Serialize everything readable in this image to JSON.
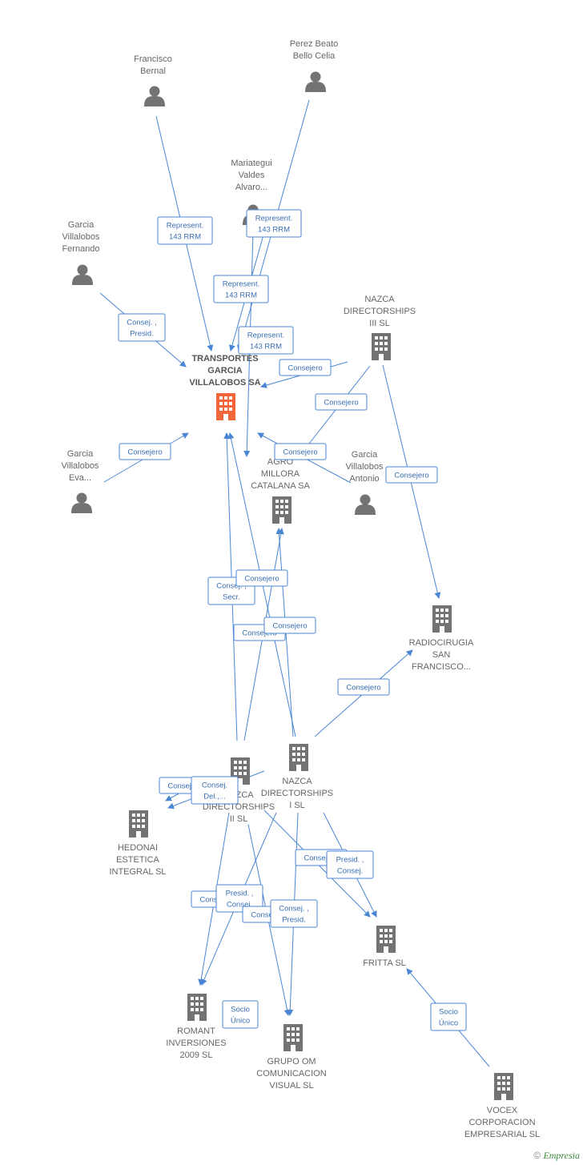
{
  "nodes": [
    {
      "id": "francisco",
      "type": "person",
      "label": [
        "Francisco",
        "Bernal"
      ]
    },
    {
      "id": "perez",
      "type": "person",
      "label": [
        "Perez Beato",
        "Bello Celia"
      ]
    },
    {
      "id": "mariategui",
      "type": "person",
      "label": [
        "Mariategui",
        "Valdes",
        "Alvaro..."
      ]
    },
    {
      "id": "garcia_fernando",
      "type": "person",
      "label": [
        "Garcia",
        "Villalobos",
        "Fernando"
      ]
    },
    {
      "id": "nazca3",
      "type": "company",
      "label": [
        "NAZCA",
        "DIRECTORSHIPS",
        "III SL"
      ]
    },
    {
      "id": "transportes",
      "type": "company",
      "main": true,
      "label": [
        "TRANSPORTES",
        "GARCIA",
        "VILLALOBOS SA"
      ]
    },
    {
      "id": "garcia_eva",
      "type": "person",
      "label": [
        "Garcia",
        "Villalobos",
        "Eva..."
      ]
    },
    {
      "id": "agro",
      "type": "company",
      "label": [
        "AGRO",
        "MILLORA",
        "CATALANA SA"
      ]
    },
    {
      "id": "garcia_antonio",
      "type": "person",
      "label": [
        "Garcia",
        "Villalobos",
        "Antonio"
      ]
    },
    {
      "id": "radiocirugia",
      "type": "company",
      "label": [
        "RADIOCIRUGIA",
        "SAN",
        "FRANCISCO..."
      ]
    },
    {
      "id": "nazca1",
      "type": "company",
      "label": [
        "NAZCA",
        "DIRECTORSHIPS",
        "I SL"
      ]
    },
    {
      "id": "nazca2",
      "type": "company",
      "label": [
        "NAZCA",
        "DIRECTORSHIPS",
        "II SL"
      ]
    },
    {
      "id": "hedonai",
      "type": "company",
      "label": [
        "HEDONAI",
        "ESTETICA",
        "INTEGRAL SL"
      ]
    },
    {
      "id": "fritta",
      "type": "company",
      "label": [
        "FRITTA SL"
      ]
    },
    {
      "id": "romant",
      "type": "company",
      "label": [
        "ROMANT",
        "INVERSIONES",
        "2009 SL"
      ]
    },
    {
      "id": "grupo_om",
      "type": "company",
      "label": [
        "GRUPO OM",
        "COMUNICACION",
        "VISUAL SL"
      ]
    },
    {
      "id": "vocex",
      "type": "company",
      "label": [
        "VOCEX",
        "CORPORACION",
        "EMPRESARIAL SL"
      ]
    }
  ],
  "edges": [
    {
      "id": "e_francisco",
      "label": [
        "Represent.",
        "143 RRM"
      ]
    },
    {
      "id": "e_perez",
      "label": [
        "Represent.",
        "143 RRM"
      ]
    },
    {
      "id": "e_mariategui_a",
      "label": [
        "Represent.",
        "143 RRM"
      ]
    },
    {
      "id": "e_mariategui_b",
      "label": [
        "Represent.",
        "143 RRM"
      ]
    },
    {
      "id": "e_fernando",
      "label": [
        "Consej. ,",
        "Presid."
      ]
    },
    {
      "id": "e_nazca3_transportes",
      "label": [
        "Consejero"
      ]
    },
    {
      "id": "e_nazca3_agro",
      "label": [
        "Consejero"
      ]
    },
    {
      "id": "e_eva",
      "label": [
        "Consejero"
      ]
    },
    {
      "id": "e_antonio",
      "label": [
        "Consejero"
      ]
    },
    {
      "id": "e_nazca3_radio",
      "label": [
        "Consejero"
      ]
    },
    {
      "id": "e_consej_secr",
      "label": [
        "Consej. ,",
        "Secr."
      ]
    },
    {
      "id": "e_n1_agro",
      "label": [
        "Consejero"
      ]
    },
    {
      "id": "e_n2_agro",
      "label": [
        "Consejero"
      ]
    },
    {
      "id": "e_n1_transportes",
      "label": [
        "Consejero"
      ]
    },
    {
      "id": "e_n1_radio",
      "label": [
        "Consejero"
      ]
    },
    {
      "id": "e_n2_hedonai",
      "label": [
        "Consejero"
      ]
    },
    {
      "id": "e_n1_hedonai",
      "label": [
        "Consej.",
        "Del.,..."
      ]
    },
    {
      "id": "e_n2_fritta",
      "label": [
        "Consejero"
      ]
    },
    {
      "id": "e_n1_fritta",
      "label": [
        "Presid. ,",
        "Consej."
      ]
    },
    {
      "id": "e_n2_romant",
      "label": [
        "Consejero"
      ]
    },
    {
      "id": "e_n1_romant",
      "label": [
        "Presid. ,",
        "Consej."
      ]
    },
    {
      "id": "e_n2_grupo",
      "label": [
        "Consejero"
      ]
    },
    {
      "id": "e_n1_grupo",
      "label": [
        "Consej. ,",
        "Presid."
      ]
    },
    {
      "id": "e_romant_socio",
      "label": [
        "Socio",
        "Único"
      ]
    },
    {
      "id": "e_vocex_fritta",
      "label": [
        "Socio",
        "Único"
      ]
    }
  ],
  "footer": {
    "copyright": "©",
    "brand": "Empresia"
  },
  "colors": {
    "edge": "#4a86d4",
    "node": "#737373",
    "main": "#f2663a"
  }
}
